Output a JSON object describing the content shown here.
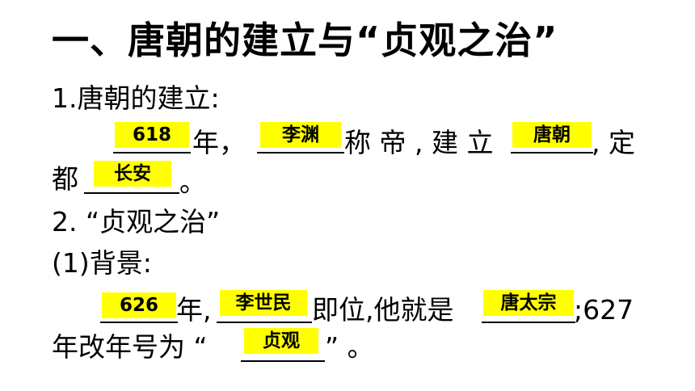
{
  "title": "一、唐朝的建立与“贞观之治”",
  "section1": {
    "heading": "1.唐朝的建立:",
    "line1_a": "年，",
    "line1_b": "称 帝 , 建 立",
    "line1_c": ", 定",
    "line2_a": "都",
    "line2_b": "。",
    "answers": {
      "year": "618",
      "founder": "李渊",
      "dynasty": "唐朝",
      "capital": "长安"
    }
  },
  "section2": {
    "heading": "2. “贞观之治”",
    "sub": "(1)背景:",
    "line1_a": "年,",
    "line1_b": "即位,他就是",
    "line1_c": ";627",
    "line2_a": "年改年号为 “",
    "line2_b": "”  。",
    "answers": {
      "year": "626",
      "emperor": "李世民",
      "title": "唐太宗",
      "era": "贞观"
    }
  }
}
